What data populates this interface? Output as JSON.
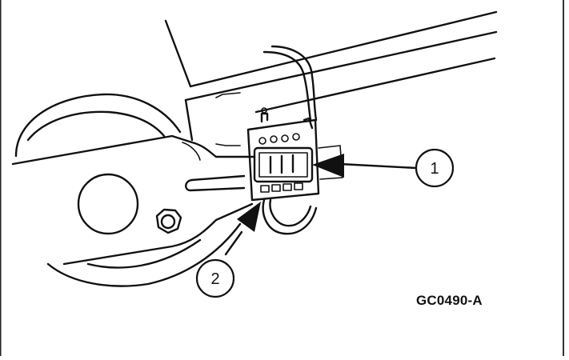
{
  "figure": {
    "code": "GC0490-A",
    "callouts": [
      {
        "id": "callout-1",
        "label": "1"
      },
      {
        "id": "callout-2",
        "label": "2"
      }
    ]
  }
}
